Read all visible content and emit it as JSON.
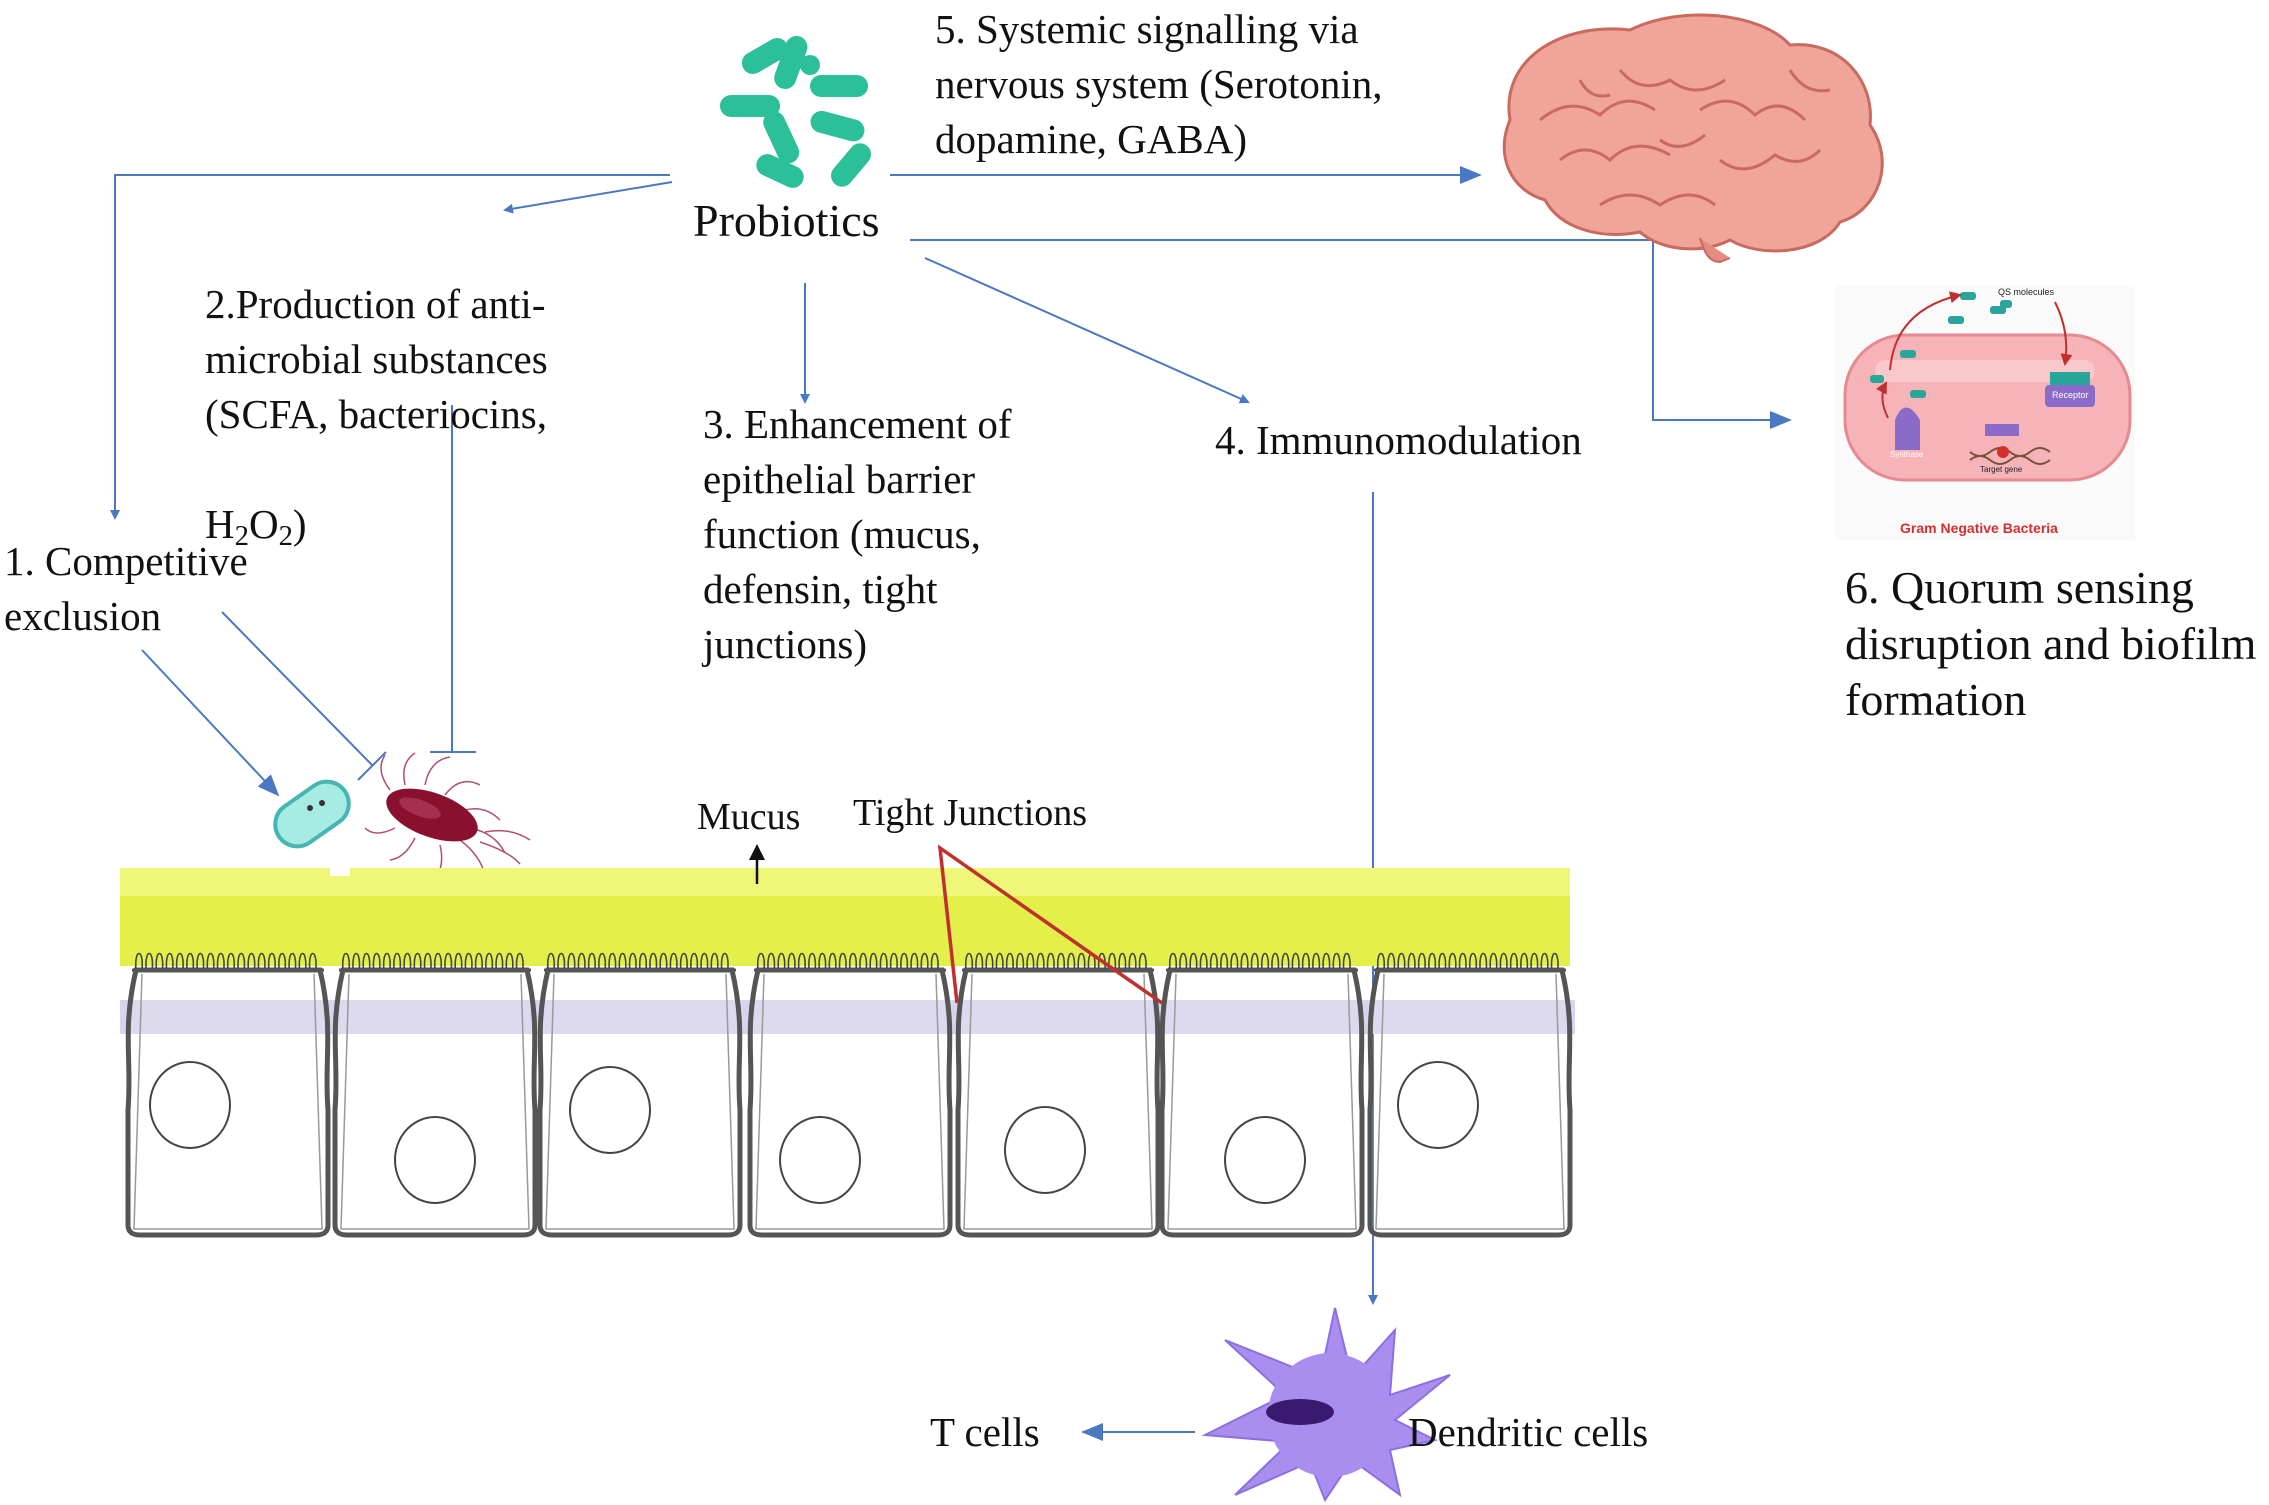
{
  "center": {
    "label": "Probiotics"
  },
  "mechanisms": {
    "m1": {
      "label": "1. Competitive\nexclusion"
    },
    "m2": {
      "label": "2.Production of anti-\nmicrobial substances\n(SCFA, bacteriocins,",
      "formula_h": "H",
      "formula_sub1": "2",
      "formula_o": "O",
      "formula_sub2": "2",
      "formula_close": ")"
    },
    "m3": {
      "label": "3. Enhancement of\nepithelial barrier\nfunction (mucus,\ndefensin, tight\njunctions)"
    },
    "m4": {
      "label": "4. Immunomodulation"
    },
    "m5": {
      "label": "5. Systemic signalling via\nnervous system (Serotonin,\ndopamine, GABA)"
    },
    "m6": {
      "label": "6. Quorum sensing\ndisruption and biofilm\nformation"
    }
  },
  "epithelium": {
    "mucus_label": "Mucus",
    "tight_junctions_label": "Tight Junctions"
  },
  "immune": {
    "dendritic_label": "Dendritic cells",
    "tcells_label": "T cells"
  },
  "quorum_inset": {
    "qs_molecules": "QS molecules",
    "receptor": "Receptor",
    "synthase": "Synthase",
    "target_gene": "Target gene",
    "caption": "Gram Negative Bacteria"
  },
  "colors": {
    "arrow": "#4a78c2",
    "probiotic": "#2bbf9a",
    "mucus": "#e4f04a",
    "cell_outline": "#555555",
    "junction": "#c0302e",
    "pathogen": "#8a1030",
    "brain": "#f0a49a",
    "dendritic": "#a98ef0",
    "inset_cell": "#f6b4b8",
    "inset_caption": "#d32f2f"
  }
}
